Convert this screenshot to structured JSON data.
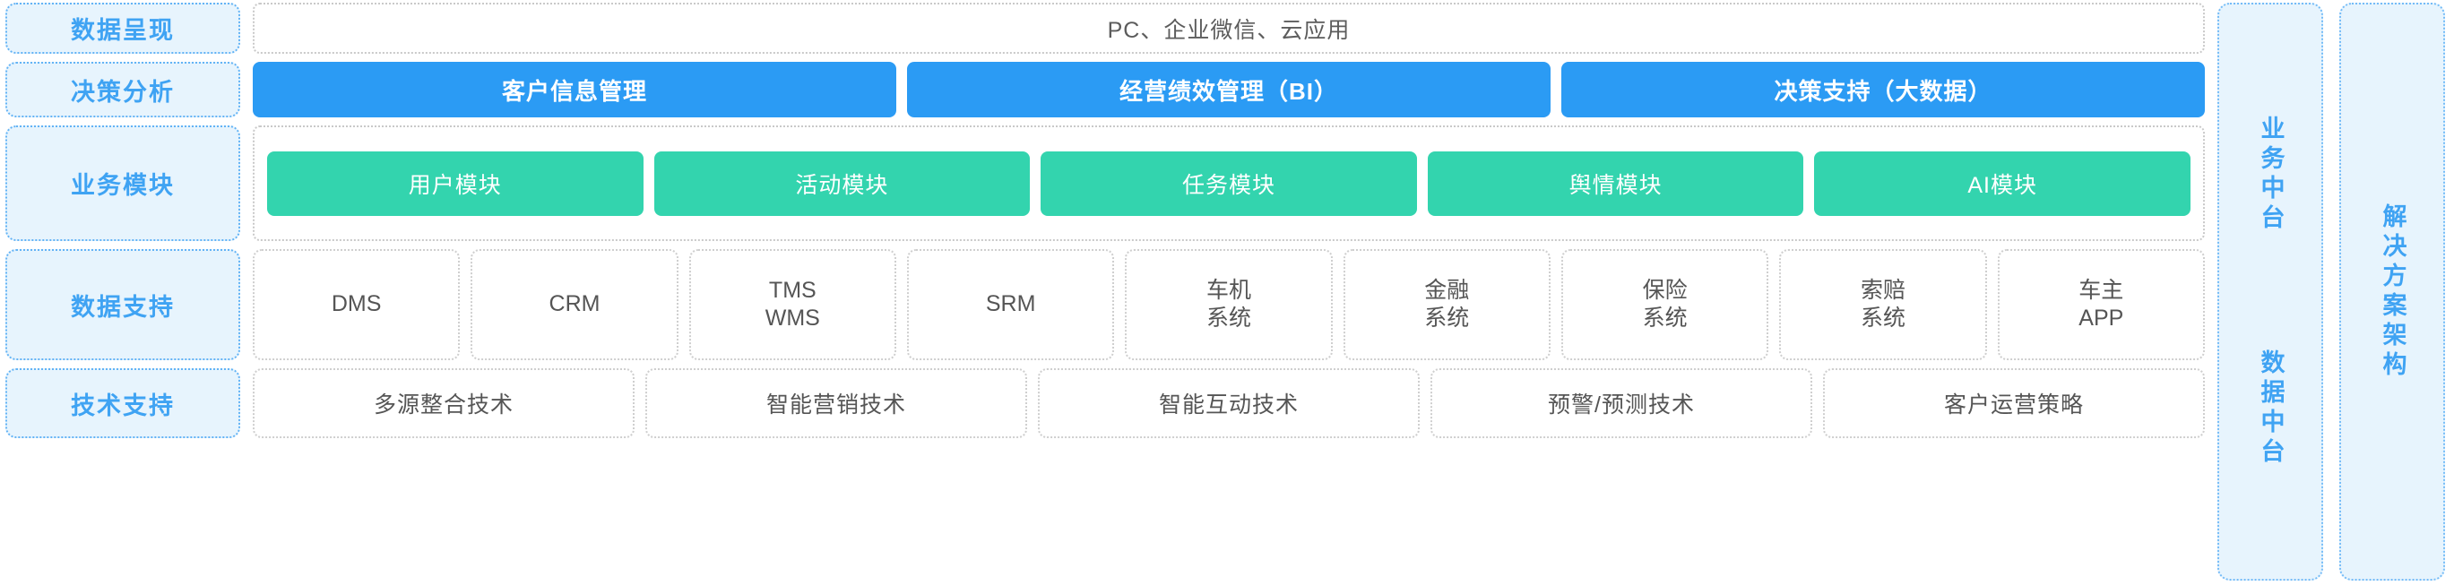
{
  "colors": {
    "accent_blue": "#2b9bf4",
    "accent_green": "#33d4ae",
    "label_fill": "#e7f4fd",
    "label_border": "#63b3f5",
    "label_text": "#3fa3f3",
    "box_border": "#cfcfcf",
    "box_text": "#555555"
  },
  "layers": [
    {
      "label": "数据呈现"
    },
    {
      "label": "决策分析"
    },
    {
      "label": "业务模块"
    },
    {
      "label": "数据支持"
    },
    {
      "label": "技术支持"
    }
  ],
  "presentation": {
    "text": "PC、企业微信、云应用"
  },
  "decision": {
    "cards": [
      {
        "label": "客户信息管理"
      },
      {
        "label": "经营绩效管理（BI）"
      },
      {
        "label": "决策支持（大数据）"
      }
    ]
  },
  "modules": {
    "cards": [
      {
        "label": "用户模块"
      },
      {
        "label": "活动模块"
      },
      {
        "label": "任务模块"
      },
      {
        "label": "舆情模块"
      },
      {
        "label": "AI模块"
      }
    ]
  },
  "systems": {
    "boxes": [
      {
        "line1": "DMS",
        "line2": ""
      },
      {
        "line1": "CRM",
        "line2": ""
      },
      {
        "line1": "TMS",
        "line2": "WMS"
      },
      {
        "line1": "SRM",
        "line2": ""
      },
      {
        "line1": "车机",
        "line2": "系统"
      },
      {
        "line1": "金融",
        "line2": "系统"
      },
      {
        "line1": "保险",
        "line2": "系统"
      },
      {
        "line1": "索赔",
        "line2": "系统"
      },
      {
        "line1": "车主",
        "line2": "APP"
      }
    ]
  },
  "technologies": {
    "boxes": [
      {
        "label": "多源整合技术"
      },
      {
        "label": "智能营销技术"
      },
      {
        "label": "智能互动技术"
      },
      {
        "label": "预警/预测技术"
      },
      {
        "label": "客户运营策略"
      }
    ]
  },
  "platforms": {
    "business_middle_office": "业务中台",
    "data_middle_office": "数据中台"
  },
  "solution": {
    "title": "解决方案架构"
  }
}
